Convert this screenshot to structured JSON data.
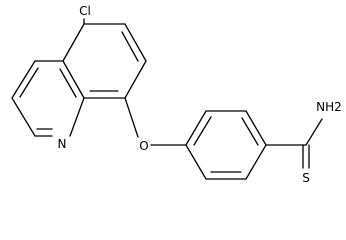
{
  "molecule": {
    "atoms": {
      "cl": "Cl",
      "n": "N",
      "o": "O",
      "nh2": "NH2",
      "s": "S"
    },
    "colors": {
      "bond": "#000000",
      "text": "#000000",
      "background": "#ffffff"
    }
  }
}
